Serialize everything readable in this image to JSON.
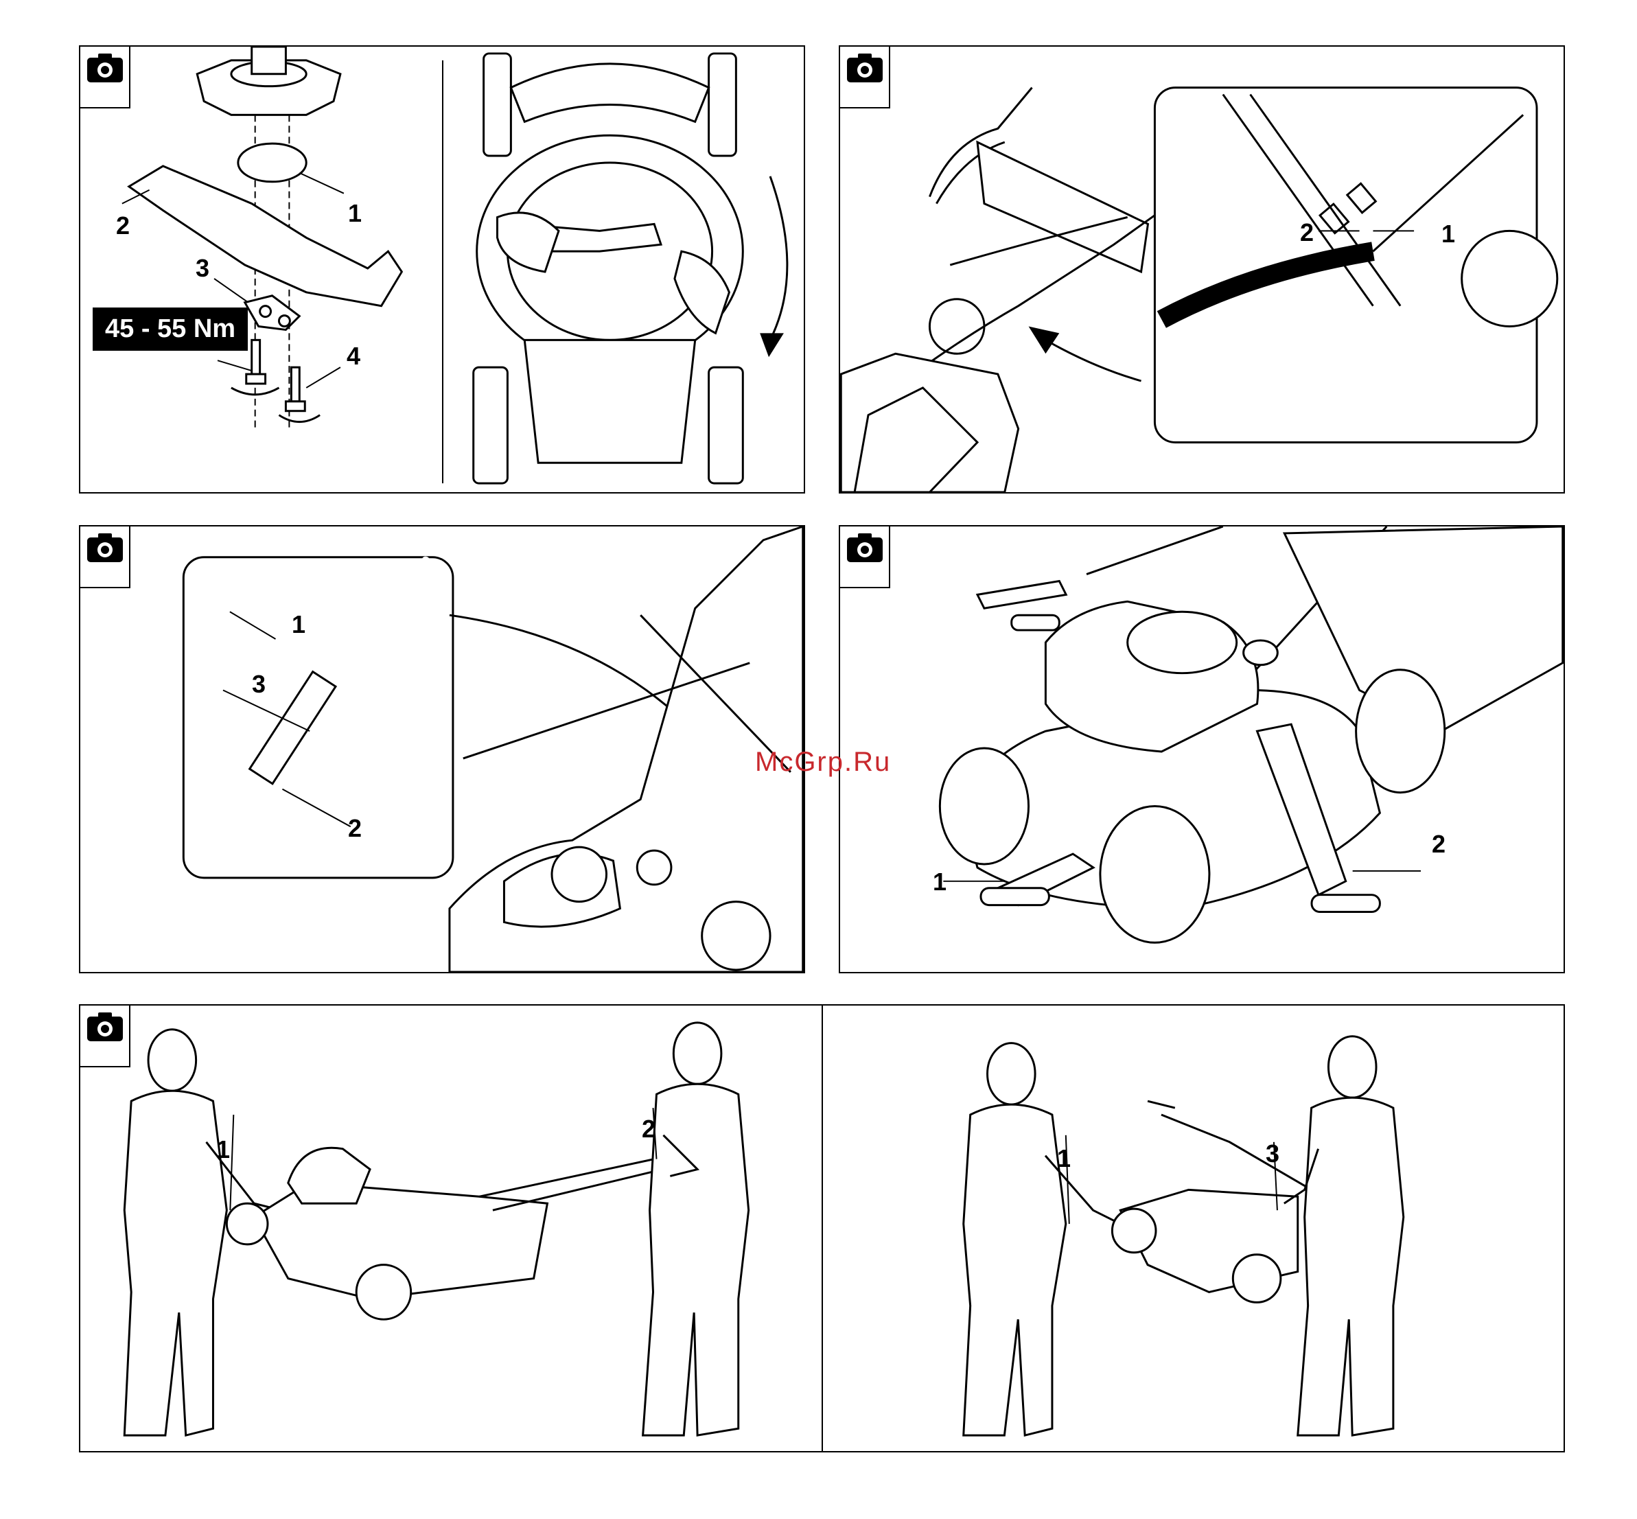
{
  "panels": {
    "p1": {
      "callouts": [
        "1",
        "2",
        "3",
        "4",
        "4"
      ],
      "torque_label": "45 - 55 Nm"
    },
    "p2": {
      "callouts": [
        "2",
        "1"
      ]
    },
    "p3": {
      "callouts": [
        "1",
        "3",
        "2"
      ]
    },
    "p4": {
      "callouts": [
        "1",
        "2"
      ]
    },
    "p5": {
      "callouts": [
        "1",
        "2"
      ]
    },
    "p6": {
      "callouts": [
        "1",
        "3"
      ]
    }
  },
  "watermark": "McGrp.Ru",
  "icons": {
    "camera": "camera-icon"
  }
}
